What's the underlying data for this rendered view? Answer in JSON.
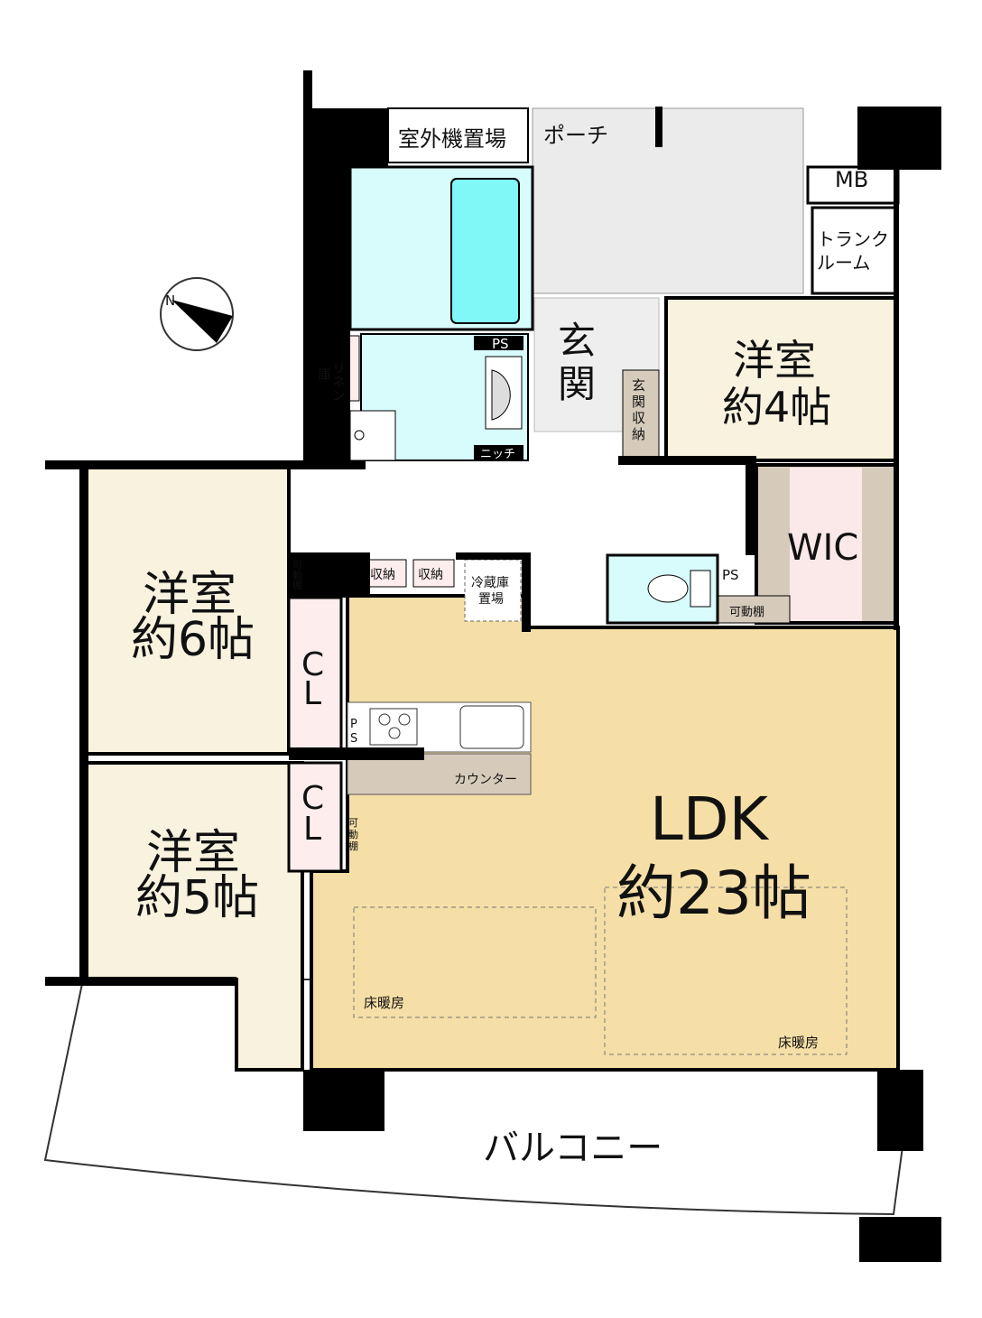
{
  "rooms": {
    "outdoor_unit": "室外機置場",
    "porch": "ポーチ",
    "mb": "MB",
    "trunk_room_1": "トランク",
    "trunk_room_2": "ルーム",
    "genkan_1": "玄",
    "genkan_2": "関",
    "genkan_storage": [
      "玄",
      "関",
      "収",
      "納"
    ],
    "western4_1": "洋室",
    "western4_2": "約4帖",
    "linen_1": "リネン",
    "linen_2": "庫",
    "ps_bath": "PS",
    "niche": "ニッチ",
    "wic": "WIC",
    "ps_toilet": "PS",
    "movable_shelf_wic": "可動棚",
    "storage_1": "収納",
    "storage_2": "収納",
    "fridge_1": "冷蔵庫",
    "fridge_2": "置場",
    "western6_1": "洋室",
    "western6_2": "約6帖",
    "western5_1": "洋室",
    "western5_2": "約5帖",
    "cl_1": [
      "C",
      "L"
    ],
    "cl_2": [
      "C",
      "L"
    ],
    "ps_kitchen": [
      "P",
      "S"
    ],
    "movable_shelf_1": [
      "可",
      "動",
      "棚"
    ],
    "movable_shelf_2": [
      "可",
      "動",
      "棚"
    ],
    "counter": "カウンター",
    "ldk_1": "LDK",
    "ldk_2": "約23帖",
    "floor_heating_1": "床暖房",
    "floor_heating_2": "床暖房",
    "balcony": "バルコニー"
  },
  "compass": {
    "label": "N",
    "icon": "north-arrow-icon"
  },
  "colors": {
    "ldk": "#f5dfa6",
    "western": "#f8f2df",
    "bath": "#a8f8f8",
    "wash": "#d8fbfb",
    "closet": "#fdeded",
    "counter": "#d6cbbb",
    "porch": "#ebebeb",
    "wall": "#000000"
  }
}
